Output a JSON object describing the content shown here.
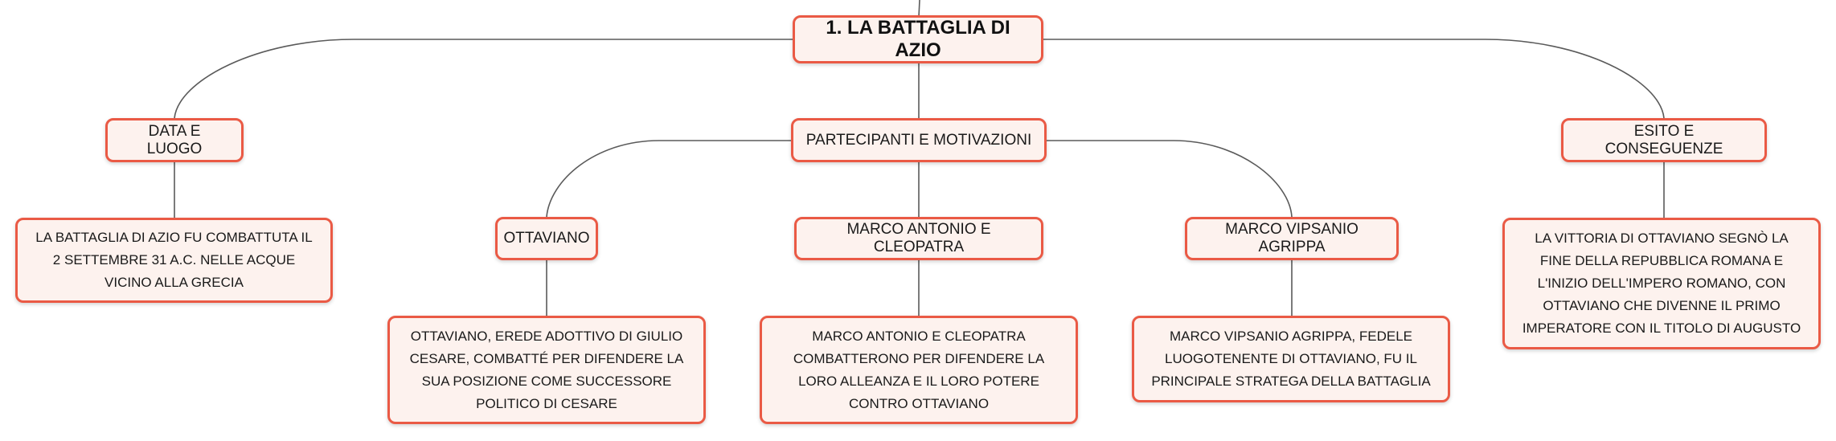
{
  "diagram": {
    "root": {
      "label": "1. LA BATTAGLIA DI AZIO"
    },
    "branches": [
      {
        "label": "DATA E LUOGO",
        "detail": "LA BATTAGLIA DI AZIO FU COMBATTUTA IL 2 SETTEMBRE 31 A.C. NELLE ACQUE VICINO ALLA GRECIA"
      },
      {
        "label": "PARTECIPANTI E MOTIVAZIONI",
        "children": [
          {
            "label": "OTTAVIANO",
            "detail": "OTTAVIANO, EREDE ADOTTIVO DI GIULIO CESARE, COMBATTÉ PER DIFENDERE LA SUA POSIZIONE COME SUCCESSORE POLITICO DI CESARE"
          },
          {
            "label": "MARCO ANTONIO E CLEOPATRA",
            "detail": "MARCO ANTONIO E CLEOPATRA COMBATTERONO PER DIFENDERE LA LORO ALLEANZA E IL LORO POTERE CONTRO OTTAVIANO"
          },
          {
            "label": "MARCO VIPSANIO AGRIPPA",
            "detail": "MARCO VIPSANIO AGRIPPA, FEDELE LUOGOTENENTE DI OTTAVIANO, FU IL PRINCIPALE STRATEGA DELLA BATTAGLIA"
          }
        ]
      },
      {
        "label": "ESITO E CONSEGUENZE",
        "detail": "LA VITTORIA DI OTTAVIANO SEGNÒ LA FINE DELLA REPUBBLICA ROMANA E L'INIZIO DELL'IMPERO ROMANO, CON OTTAVIANO CHE DIVENNE IL PRIMO IMPERATORE CON IL TITOLO DI AUGUSTO"
      }
    ],
    "colors": {
      "node_border": "#ea5a45",
      "node_fill": "#fdf2ee",
      "connector": "#5a5a5a",
      "text": "#1a1a1a"
    }
  }
}
